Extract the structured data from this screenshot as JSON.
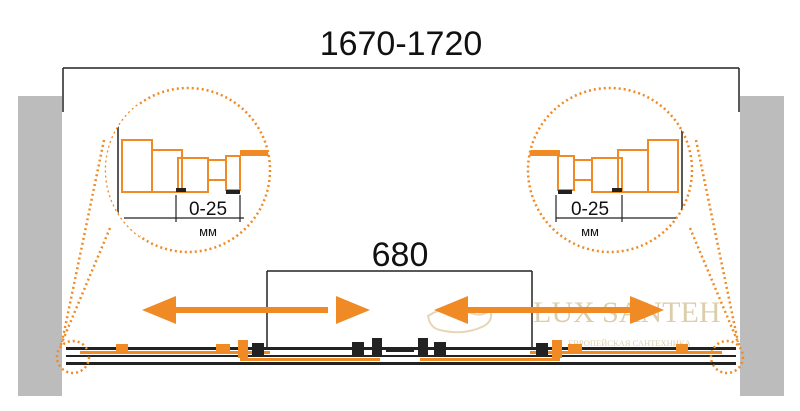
{
  "dimensions": {
    "overall_width": "1670-1720",
    "door_opening": "680"
  },
  "details": {
    "left": {
      "gap": "0-25",
      "unit": "мм"
    },
    "right": {
      "gap": "0-25",
      "unit": "мм"
    }
  },
  "watermark": {
    "brand": "LUX SANTEH",
    "tagline": "ЕВРОПЕЙСКАЯ САНТЕХНИКА"
  },
  "colors": {
    "accent": "#f08a24",
    "line": "#222222",
    "wall": "#bcbcbc",
    "watermark": "#d9c9a3"
  }
}
